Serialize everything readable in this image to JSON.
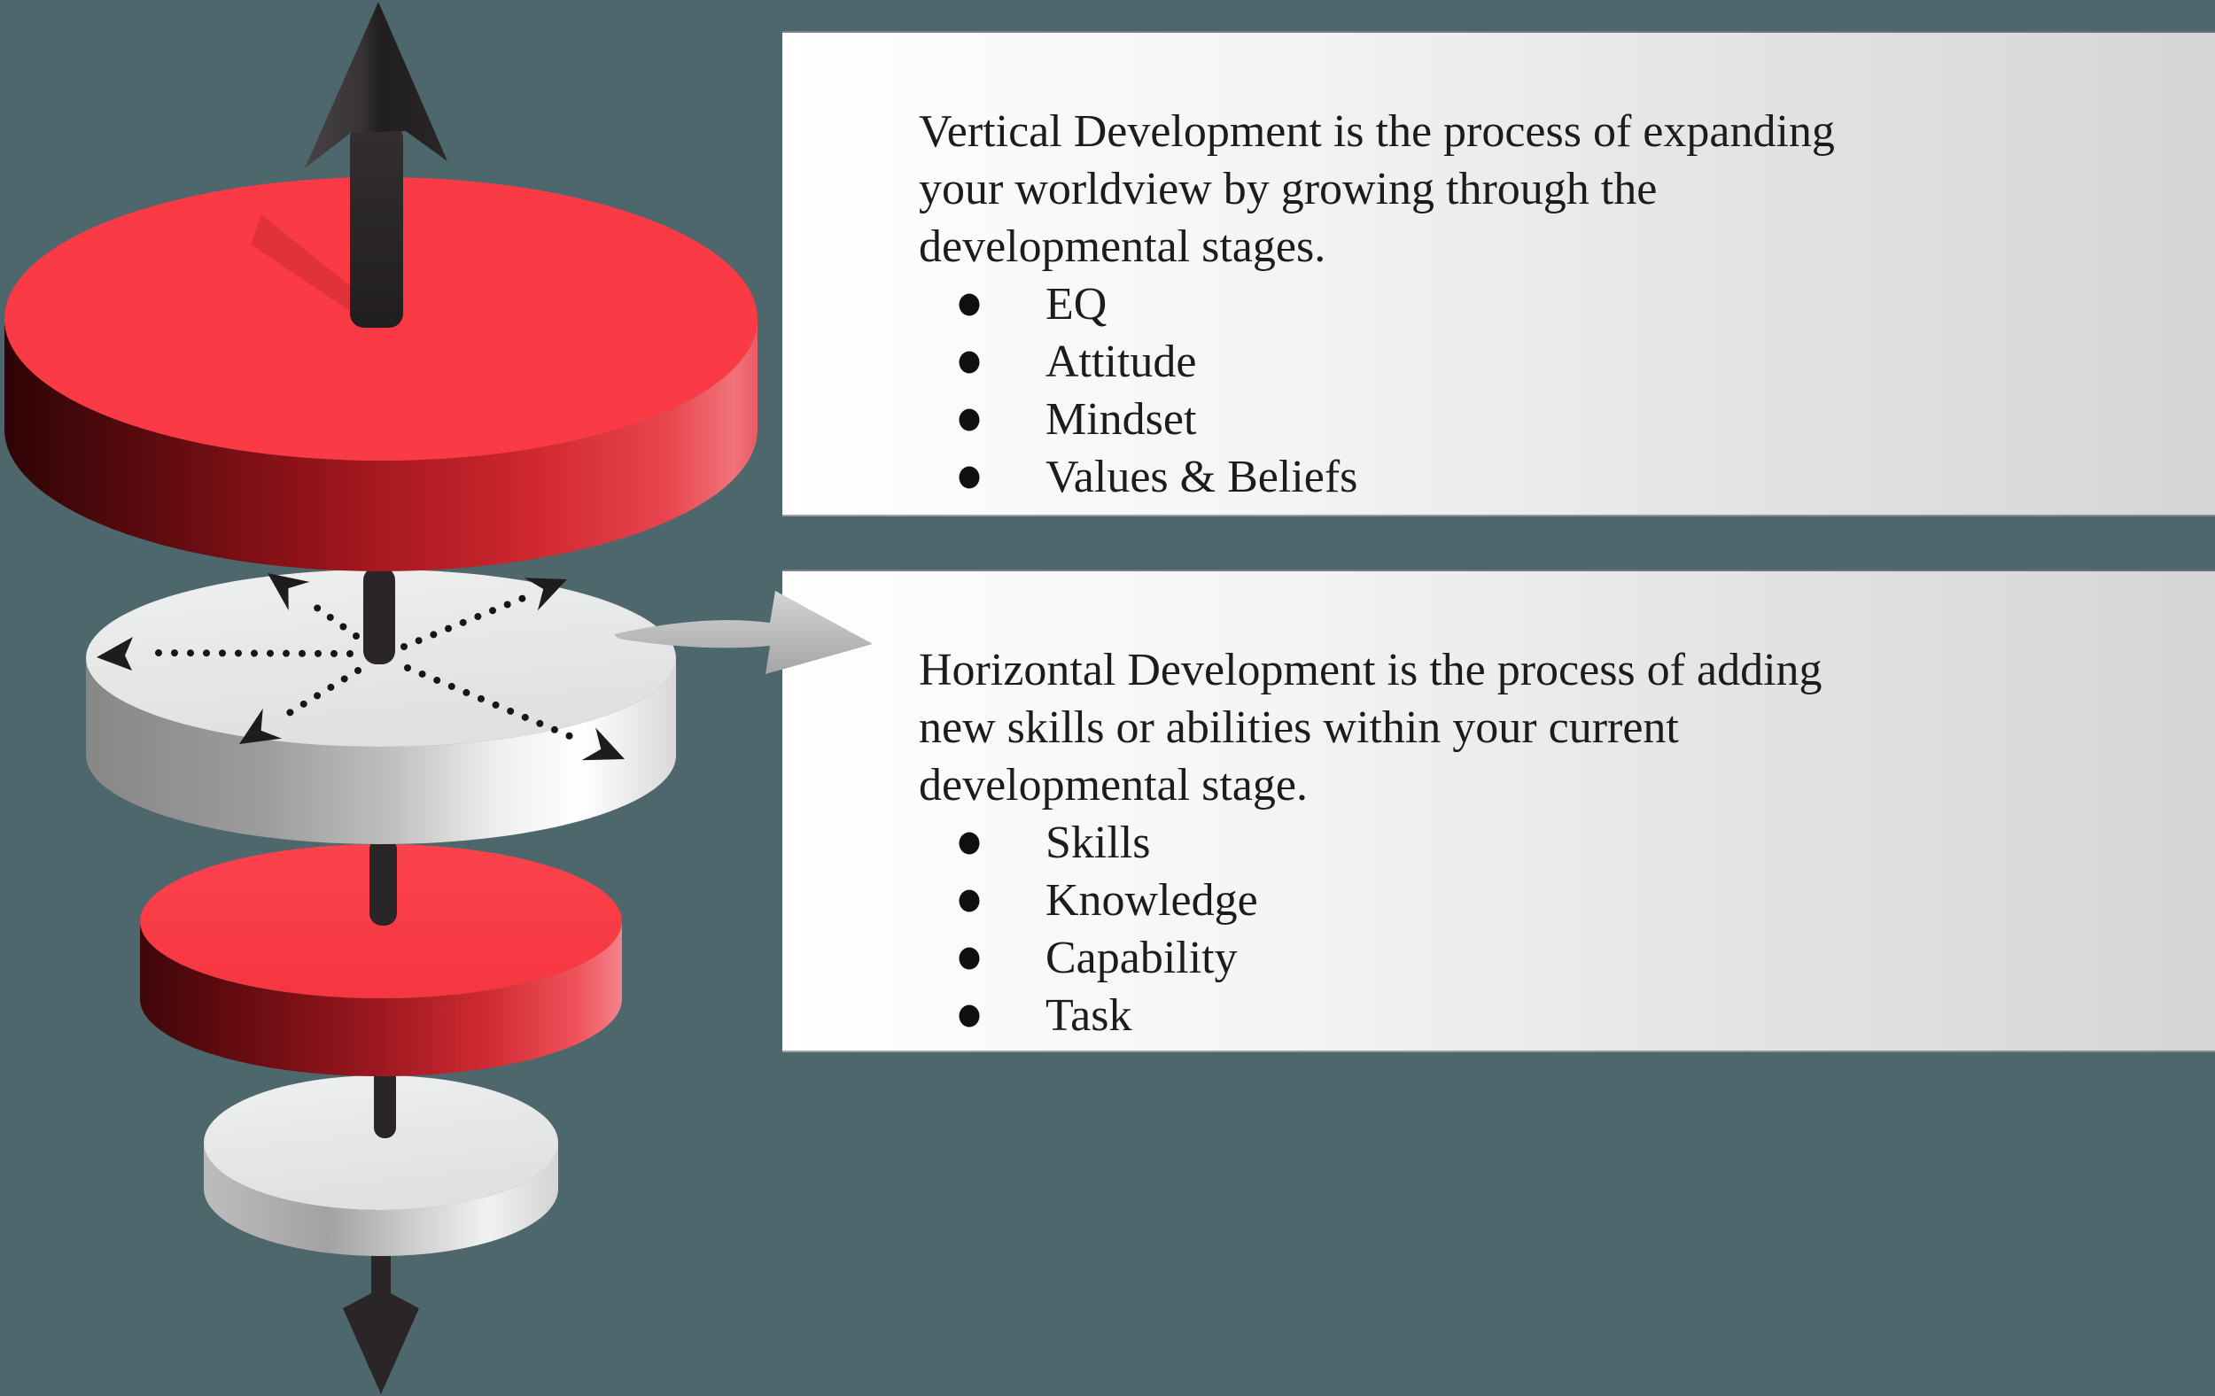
{
  "title": "Vertical vs Horizontal Development diagram",
  "colors": {
    "background": "#4d676d",
    "panel_gradient_start": "#ffffff",
    "panel_gradient_end": "#d5d5d5",
    "disc_red": "#fa3b45",
    "disc_red_rim_dark": "#3c0507",
    "disc_white": "#e6e8e8",
    "disc_white_rim": "#8e8e8e",
    "axis_arrow": "#2a2627",
    "callout_arrow_gray": "#b5b5b5",
    "text": "#1c1c1c"
  },
  "panels": [
    {
      "id": "vertical-development",
      "description": "Vertical Development is the process of expanding\nyour worldview by growing through the\ndevelopmental stages.",
      "bullets": [
        "EQ",
        "Attitude",
        "Mindset",
        "Values & Beliefs"
      ]
    },
    {
      "id": "horizontal-development",
      "description": "Horizontal Development is the process of adding\nnew skills or abilities within your current\ndevelopmental stage.",
      "bullets": [
        "Skills",
        "Knowledge",
        "Capability",
        "Task"
      ]
    }
  ],
  "diagram": {
    "discs": [
      "red-disc-large",
      "white-disc-middle",
      "red-disc-small",
      "white-disc-bottom"
    ],
    "icons": [
      "up-arrow-icon",
      "down-arrow-icon",
      "radial-dotted-arrows-icon",
      "callout-swoosh-arrow-icon"
    ]
  }
}
